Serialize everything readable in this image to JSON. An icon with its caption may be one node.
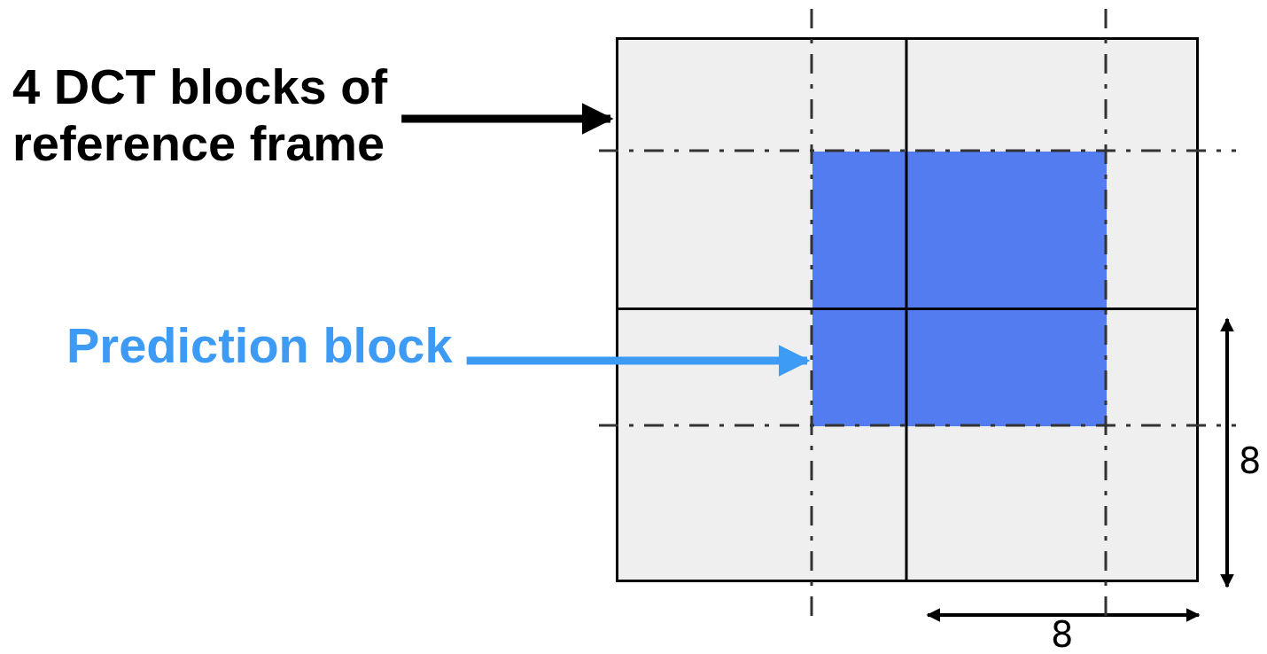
{
  "diagram": {
    "nodes": [
      {
        "text": [
          "4 DCT blocks of reference frame"
        ]
      },
      {
        "text": [],
        "shape": "box"
      },
      {
        "text": [
          "Prediction block"
        ]
      },
      {
        "text": [],
        "shape": "box",
        "in": 1
      }
    ],
    "edges": [
      {
        "from": 0,
        "to": 1,
        "arrow": "to"
      },
      {
        "from": 2,
        "to": 3,
        "arrow": "to",
        "color": "#3d9bf5"
      }
    ],
    "labels": [
      "8",
      "8"
    ]
  }
}
